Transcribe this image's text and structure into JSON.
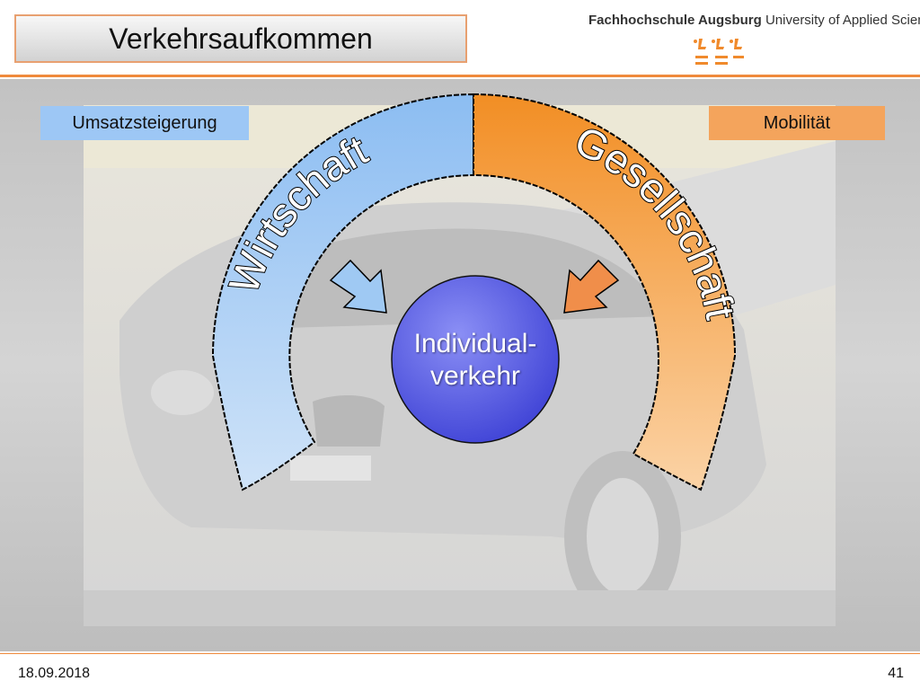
{
  "header": {
    "title": "Verkehrsaufkommen",
    "university_bold": "Fachhochschule Augsburg",
    "university_rest": " University of Applied Sciences"
  },
  "labels": {
    "left": "Umsatzsteigerung",
    "right": "Mobilität"
  },
  "diagram": {
    "left_arc": "Wirtschaft",
    "right_arc": "Gesellschaft",
    "center_line1": "Individual-",
    "center_line2": "verkehr",
    "colors": {
      "left": "#8fc0f4",
      "right": "#f5a04e",
      "center": "#5558e0"
    }
  },
  "footer": {
    "date": "18.09.2018",
    "page": "41"
  }
}
